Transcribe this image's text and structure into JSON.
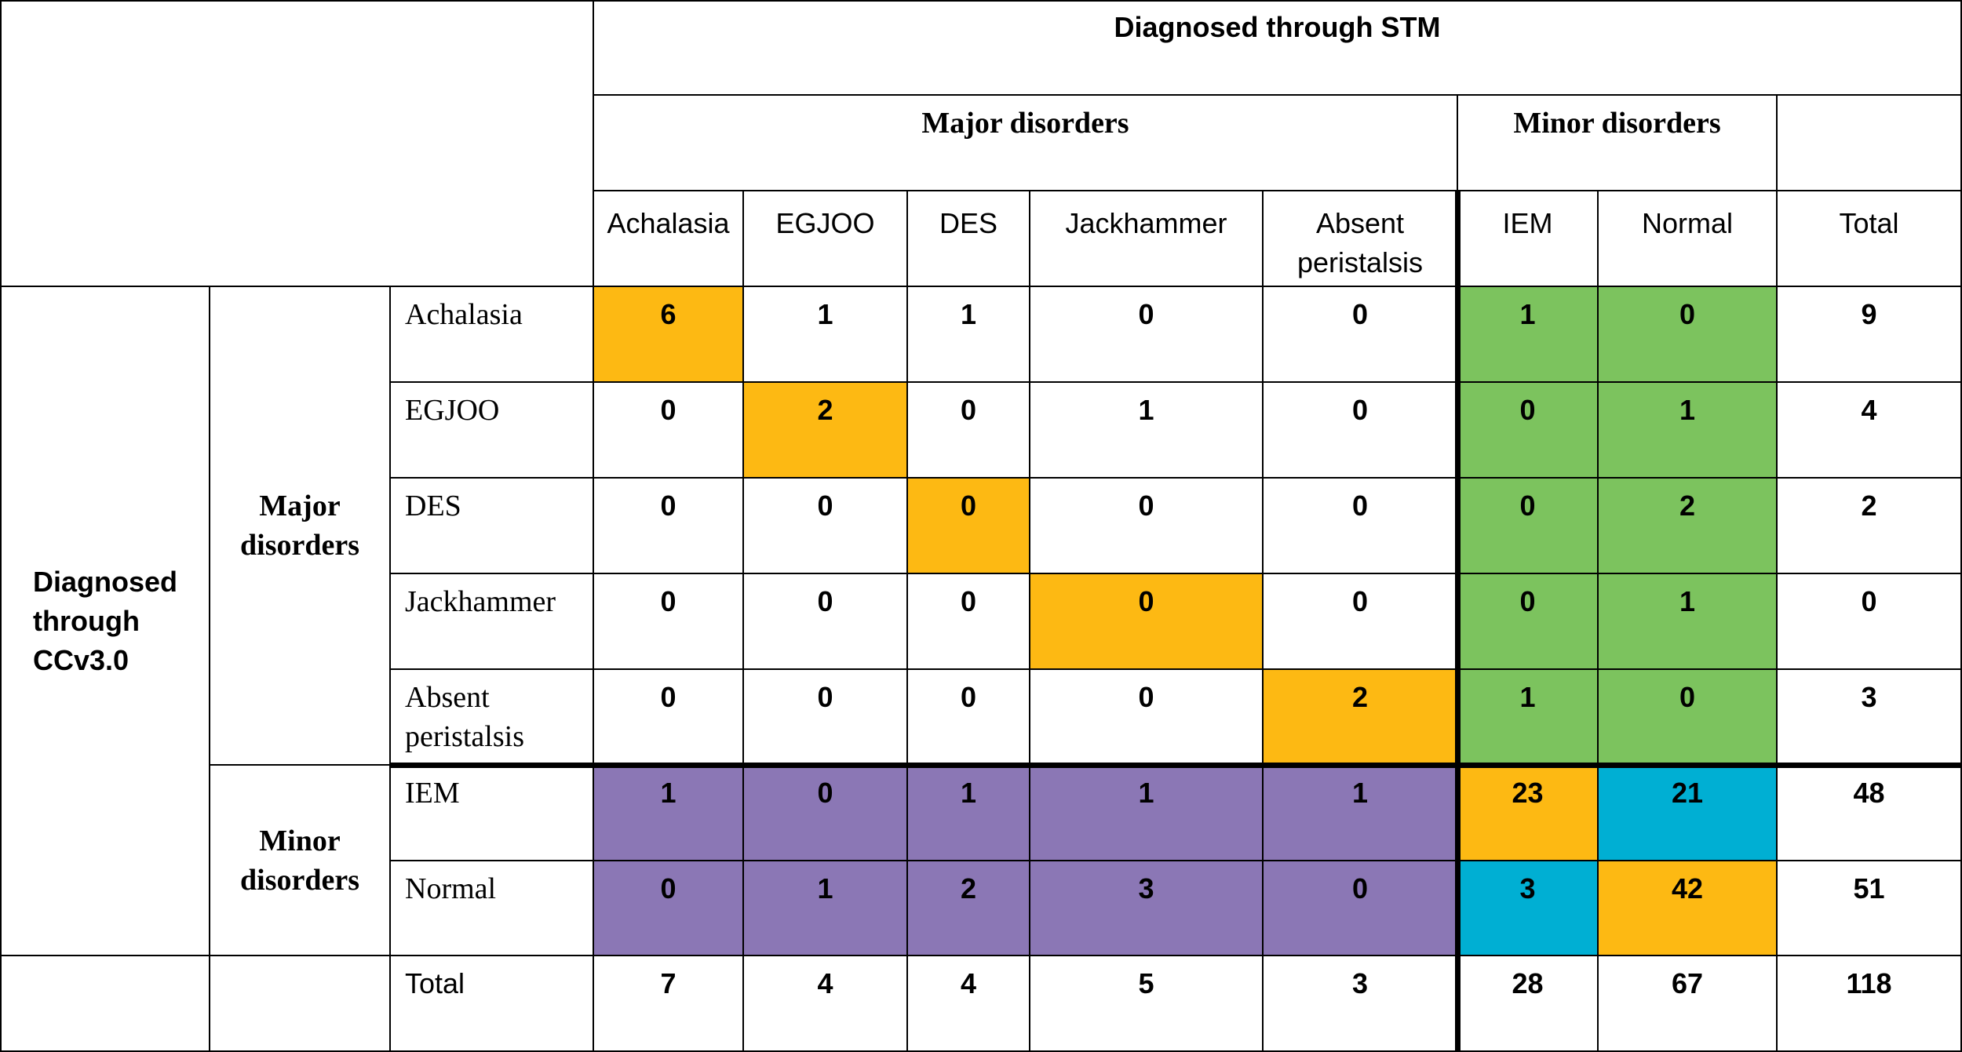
{
  "header": {
    "stm_title": "Diagnosed through STM",
    "major_group": "Major disorders",
    "minor_group": "Minor disorders",
    "col_labels": [
      "Achalasia",
      "EGJOO",
      "DES",
      "Jackhammer",
      "Absent peristalsis",
      "IEM",
      "Normal",
      "Total"
    ]
  },
  "side": {
    "ccv_title": "Diagnosed through CCv3.0",
    "major_group": "Major disorders",
    "minor_group": "Minor disorders",
    "row_labels": [
      "Achalasia",
      "EGJOO",
      "DES",
      "Jackhammer",
      "Absent peristalsis",
      "IEM",
      "Normal",
      "Total"
    ]
  },
  "rows": [
    [
      "6",
      "1",
      "1",
      "0",
      "0",
      "1",
      "0",
      "9"
    ],
    [
      "0",
      "2",
      "0",
      "1",
      "0",
      "0",
      "1",
      "4"
    ],
    [
      "0",
      "0",
      "0",
      "0",
      "0",
      "0",
      "2",
      "2"
    ],
    [
      "0",
      "0",
      "0",
      "0",
      "0",
      "0",
      "1",
      "0"
    ],
    [
      "0",
      "0",
      "0",
      "0",
      "2",
      "1",
      "0",
      "3"
    ],
    [
      "1",
      "0",
      "1",
      "1",
      "1",
      "23",
      "21",
      "48"
    ],
    [
      "0",
      "1",
      "2",
      "3",
      "0",
      "3",
      "42",
      "51"
    ],
    [
      "7",
      "4",
      "4",
      "5",
      "3",
      "28",
      "67",
      "118"
    ]
  ],
  "colors": {
    "diagonal": "#fdb913",
    "major_to_minor": "#7cc35e",
    "minor_to_major": "#8b77b5",
    "minor_mismatch": "#00afd3"
  }
}
